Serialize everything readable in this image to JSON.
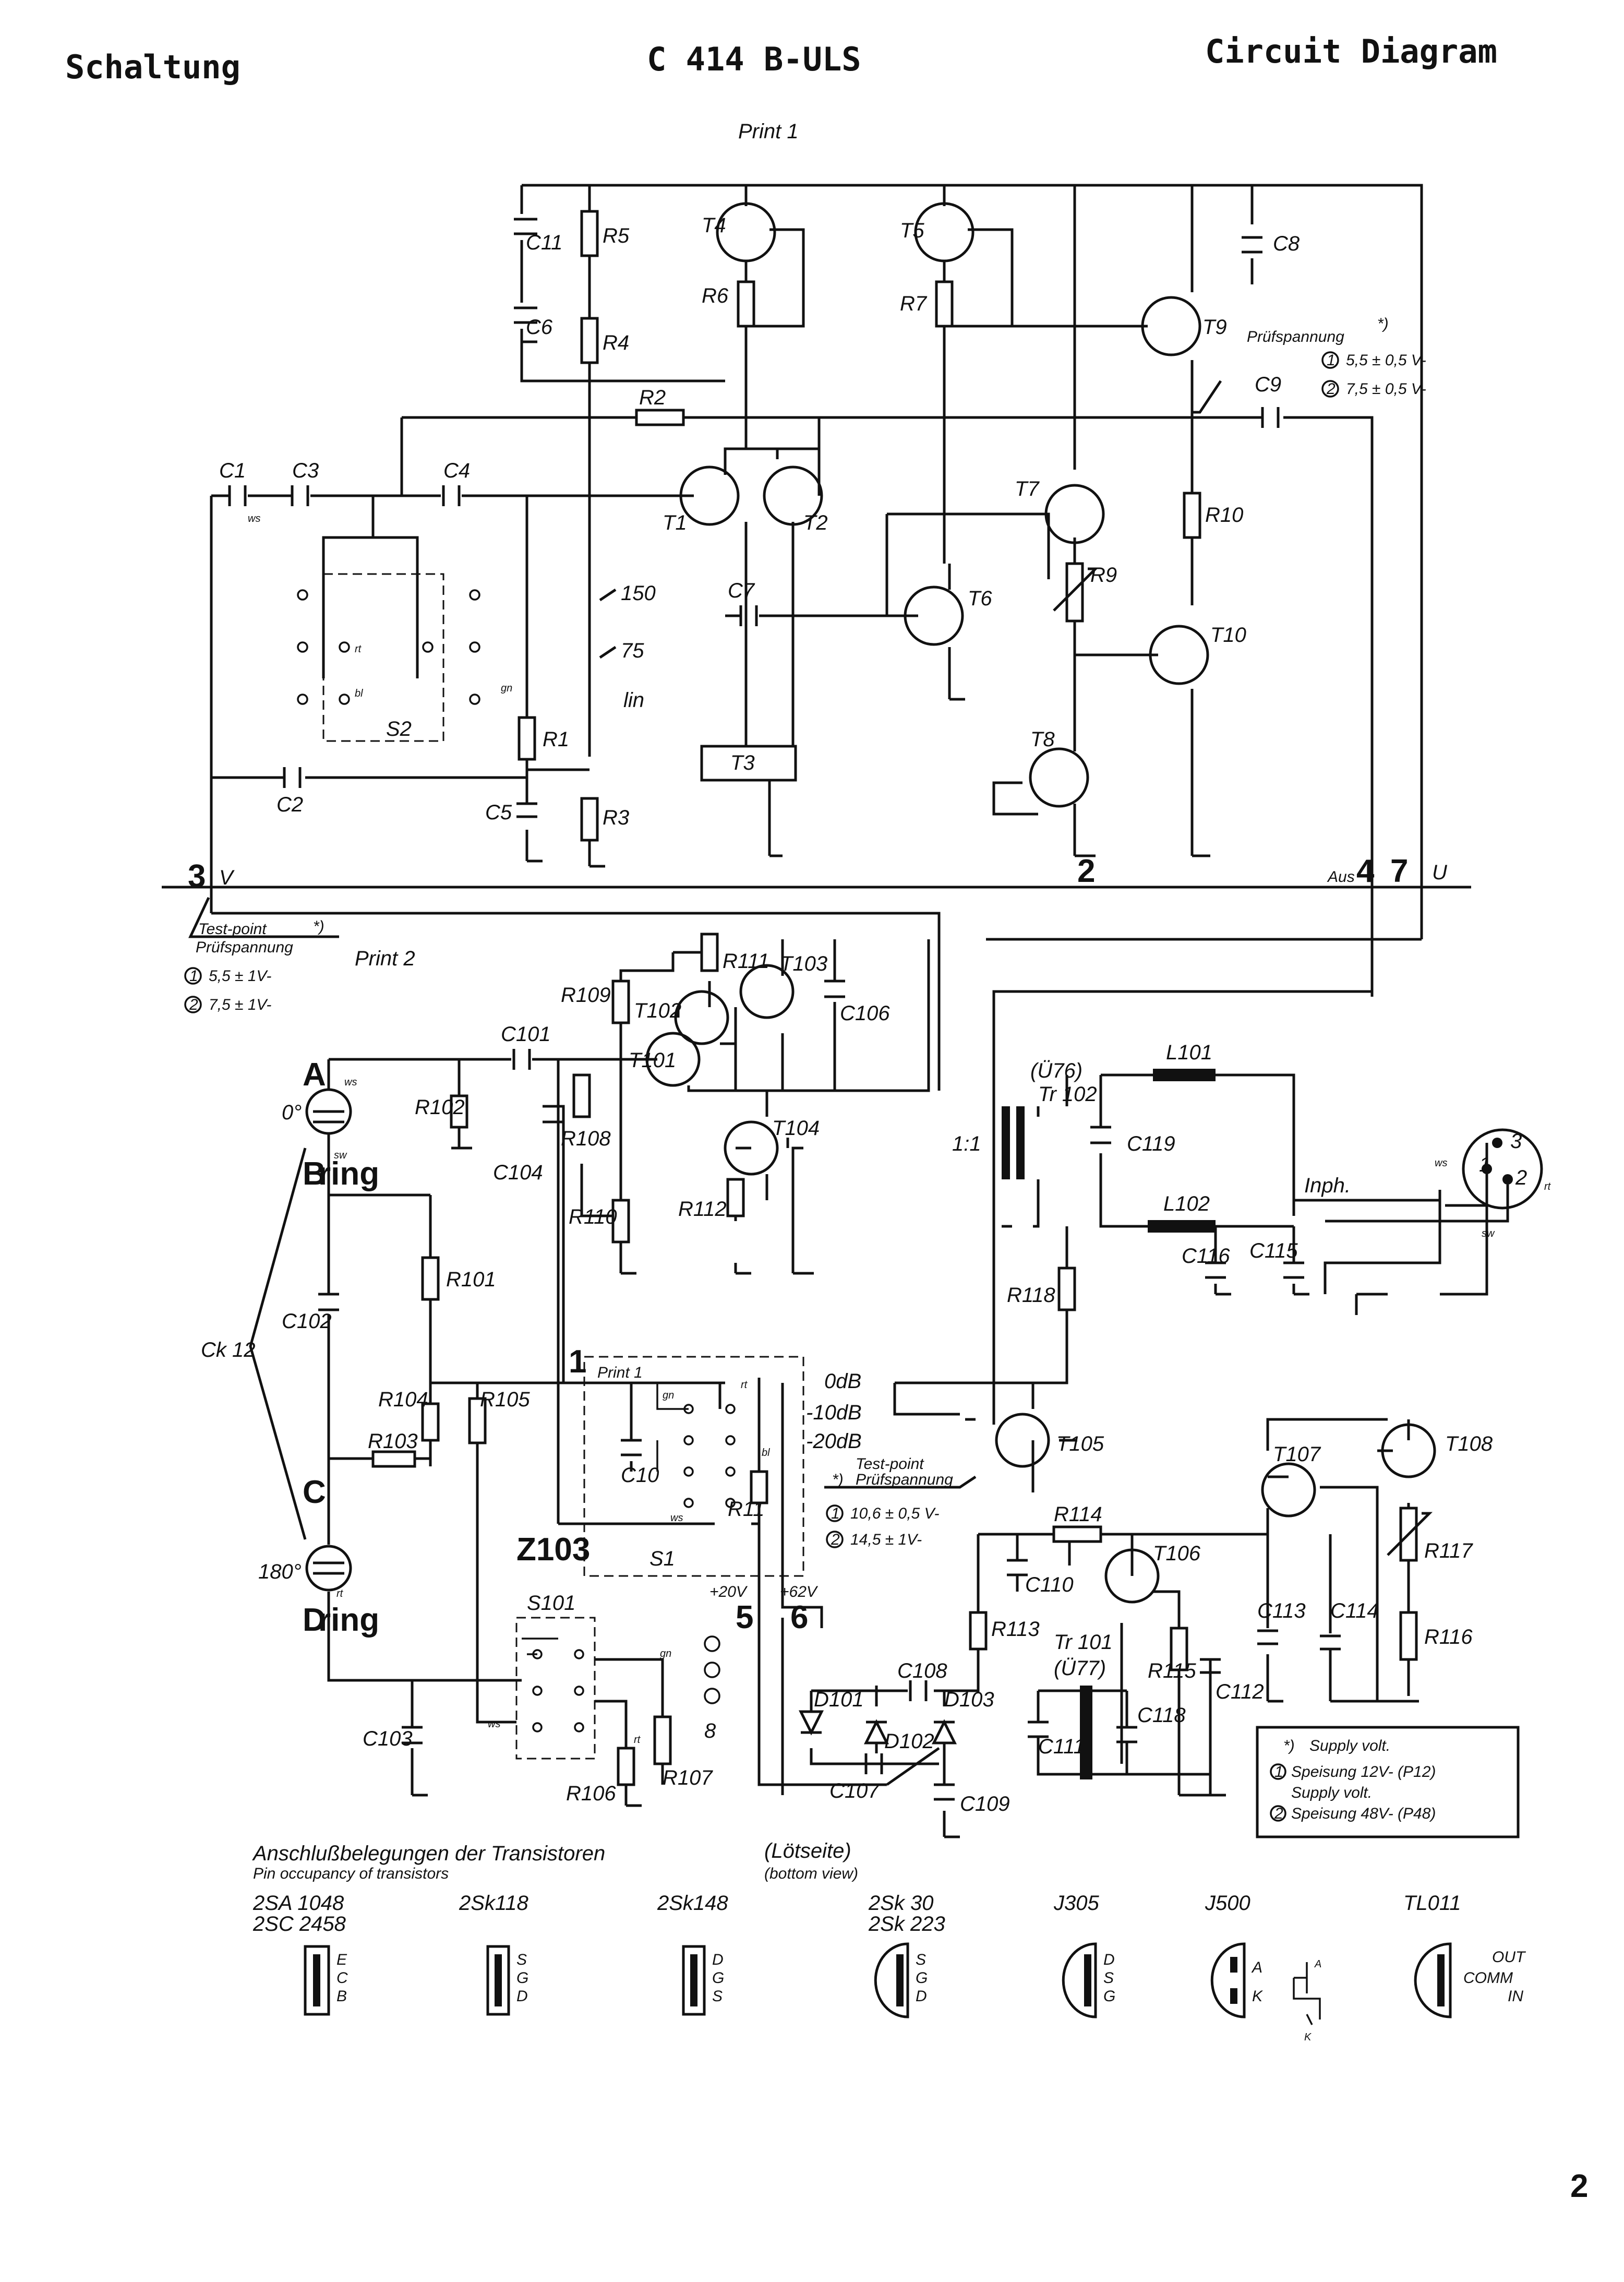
{
  "header": {
    "left": "Schaltung",
    "center": "C 414 B-ULS",
    "right": "Circuit Diagram"
  },
  "page_number": "2",
  "prints": {
    "print1": "Print 1",
    "print2": "Print 2",
    "print1_small": "Print 1"
  },
  "print1_components": {
    "caps": [
      "C11",
      "C6",
      "C8",
      "C1",
      "C3",
      "C4",
      "C7",
      "C9",
      "C2",
      "C5"
    ],
    "resistors": [
      "R5",
      "R4",
      "R6",
      "R7",
      "R2",
      "R10",
      "R9",
      "R1",
      "R3"
    ],
    "transistors": [
      "T4",
      "T5",
      "T9",
      "T1",
      "T2",
      "T7",
      "T6",
      "T10",
      "T8",
      "T3"
    ],
    "switch": "S2",
    "pattern_labels": [
      "150",
      "75",
      "lin"
    ]
  },
  "print2_components": {
    "caps": [
      "C101",
      "C106",
      "C104",
      "C102",
      "C103",
      "C119",
      "C116",
      "C115",
      "C110",
      "C108",
      "C107",
      "C109",
      "C111",
      "C118",
      "C113",
      "C114",
      "C112",
      "C10"
    ],
    "resistors": [
      "R111",
      "R109",
      "R102",
      "R108",
      "R110",
      "R112",
      "R101",
      "R104",
      "R105",
      "R103",
      "R106",
      "R107",
      "R118",
      "R114",
      "R113",
      "R115",
      "R117",
      "R116",
      "R11"
    ],
    "transistors": [
      "T103",
      "T102",
      "T101",
      "T104",
      "T105",
      "T106",
      "T107",
      "T108"
    ],
    "inductors": [
      "L101",
      "L102"
    ],
    "diodes": [
      "D101",
      "D102",
      "D103"
    ],
    "transformers": [
      "Tr 102",
      "(Ü76)",
      "Tr 101",
      "(Ü77)"
    ],
    "transformer_ratio": "1:1",
    "switches": [
      "S1",
      "S101",
      "Z103"
    ],
    "capsule": "Ck 12",
    "inph": "Inph."
  },
  "nodes": {
    "n3": "3",
    "v": "V",
    "n2": "2",
    "aus": "Aus",
    "n4": "4",
    "n7": "7",
    "u": "U",
    "n1": "1",
    "n5": "5",
    "n6": "6",
    "n8": "8",
    "plus20": "+20V",
    "plus62": "+62V"
  },
  "capsule_labels": {
    "a": "A",
    "b": "B",
    "c": "C",
    "d": "D",
    "ring": "ring",
    "deg0": "0°",
    "deg180": "180°"
  },
  "attenuation": [
    "0dB",
    "-10dB",
    "-20dB"
  ],
  "wire_colors": [
    "ws",
    "sw",
    "rt",
    "bl",
    "gn"
  ],
  "test_points": {
    "print1": {
      "title": "Prüfspannung",
      "v1": "5,5 ± 0,5 V-",
      "v2": "7,5 ± 0,5 V-"
    },
    "input": {
      "title1": "Test-point",
      "title2": "Prüfspannung",
      "v1": "5,5 ± 1V-",
      "v2": "7,5 ± 1V-"
    },
    "t105": {
      "title1": "Test-point",
      "title2": "Prüfspannung",
      "v1": "10,6 ± 0,5 V-",
      "v2": "14,5 ± 1V-"
    },
    "marker": "*)"
  },
  "supply_box": {
    "line1": "Supply volt.",
    "line2": "Speisung 12V- (P12)",
    "line3": "Supply volt.",
    "line4": "Speisung 48V- (P48)"
  },
  "pinout_title": {
    "line1": "Anschlußbelegungen der Transistoren",
    "line2": "Pin occupancy of transistors",
    "side1": "(Lötseite)",
    "side2": "(bottom view)"
  },
  "pinouts": [
    {
      "part1": "2SA 1048",
      "part2": "2SC 2458",
      "pins": [
        "E",
        "C",
        "B"
      ]
    },
    {
      "part1": "2Sk118",
      "part2": "",
      "pins": [
        "S",
        "G",
        "D"
      ]
    },
    {
      "part1": "2Sk148",
      "part2": "",
      "pins": [
        "D",
        "G",
        "S"
      ]
    },
    {
      "part1": "2Sk 30",
      "part2": "2Sk 223",
      "pins": [
        "S",
        "G",
        "D"
      ]
    },
    {
      "part1": "J305",
      "part2": "",
      "pins": [
        "D",
        "S",
        "G"
      ]
    },
    {
      "part1": "J500",
      "part2": "",
      "pins": [
        "A",
        "K",
        ""
      ]
    },
    {
      "part1": "TL011",
      "part2": "",
      "pins": [
        "OUT",
        "COMM",
        "IN"
      ]
    }
  ]
}
